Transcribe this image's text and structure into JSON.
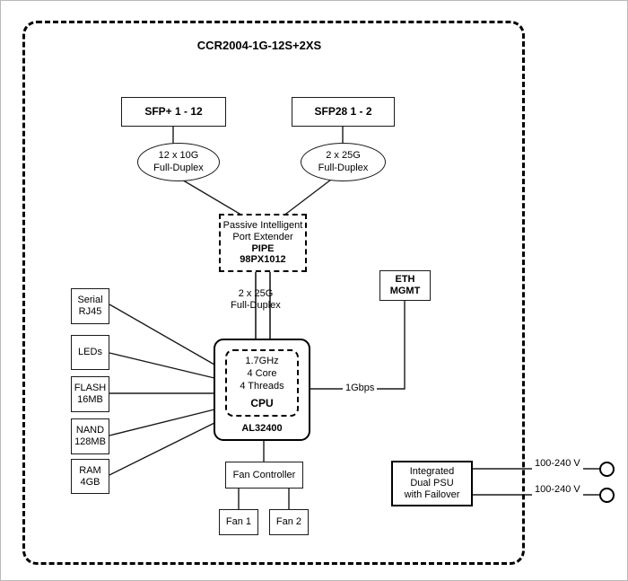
{
  "chassis": {
    "title": "CCR2004-1G-12S+2XS",
    "outline_style": "dashed"
  },
  "nodes": {
    "sfp_plus_ports": {
      "label": "SFP+ 1 - 12"
    },
    "sfp28_ports": {
      "label": "SFP28 1 - 2"
    },
    "sfp_plus_link": {
      "line1": "12 x 10G",
      "line2": "Full-Duplex"
    },
    "sfp28_link": {
      "line1": "2 x 25G",
      "line2": "Full-Duplex"
    },
    "pipe": {
      "line1": "Passive Intelligent",
      "line2": "Port Extender",
      "line3": "PIPE",
      "line4": "98PX1012"
    },
    "pipe_to_cpu_link": {
      "line1": "2 x 25G",
      "line2": "Full-Duplex"
    },
    "eth_mgmt": {
      "line1": "ETH",
      "line2": "MGMT"
    },
    "eth_mgmt_link": {
      "label": "1Gbps"
    },
    "cpu": {
      "line1": "1.7GHz",
      "line2": "4 Core",
      "line3": "4 Threads",
      "line4": "CPU",
      "part_number": "AL32400"
    },
    "serial": {
      "line1": "Serial",
      "line2": "RJ45"
    },
    "leds": {
      "line1": "LEDs"
    },
    "flash": {
      "line1": "FLASH",
      "line2": "16MB"
    },
    "nand": {
      "line1": "NAND",
      "line2": "128MB"
    },
    "ram": {
      "line1": "RAM",
      "line2": "4GB"
    },
    "fan_controller": {
      "label": "Fan Controller"
    },
    "fan1": {
      "label": "Fan 1"
    },
    "fan2": {
      "label": "Fan 2"
    },
    "psu": {
      "line1": "Integrated",
      "line2": "Dual PSU",
      "line3": "with Failover"
    },
    "power_input_1": {
      "label": "100-240 V"
    },
    "power_input_2": {
      "label": "100-240 V"
    }
  },
  "colors": {
    "stroke": "#1a1a1a",
    "background": "#ffffff",
    "text": "#000000"
  }
}
